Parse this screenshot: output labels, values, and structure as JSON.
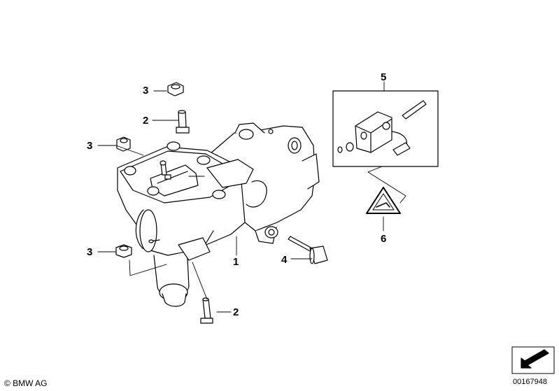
{
  "callouts": {
    "part_1": "1",
    "part_2_top": "2",
    "part_2_bottom": "2",
    "part_3_top": "3",
    "part_3_mid": "3",
    "part_3_low": "3",
    "part_4": "4",
    "part_5": "5",
    "part_6": "6"
  },
  "footer": {
    "copyright": "© BMW AG",
    "diagram_id": "00167948"
  },
  "colors": {
    "line": "#000000",
    "background": "#ffffff"
  }
}
